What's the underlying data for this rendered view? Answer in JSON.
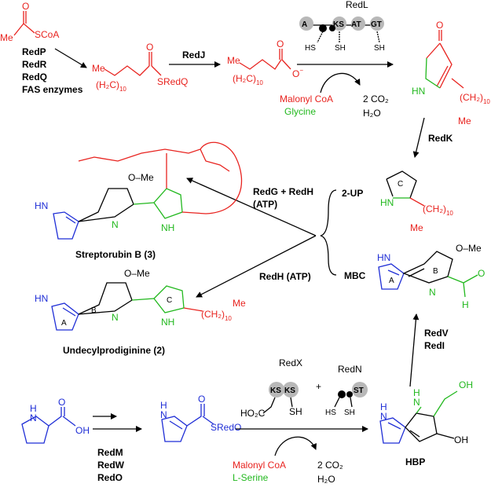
{
  "labels": {
    "acyl_start": "SCoA",
    "acyl_me": "Me",
    "enz_redP": "RedP",
    "enz_redR": "RedR",
    "enz_redQ": "RedQ",
    "enz_fas": "FAS enzymes",
    "dodecanoyl_me": "Me",
    "dodecanoyl_chain": "(H₂C)",
    "dodecanoyl_sub": "10",
    "dodecanoyl_s": "SRedQ",
    "enz_redJ": "RedJ",
    "acid_me": "Me",
    "acid_chain": "(H₂C)",
    "acid_sub": "10",
    "acid_o": "O",
    "acid_minus": "−",
    "redL": "RedL",
    "dom_A": "A",
    "dom_KS": "KS",
    "dom_AT": "AT",
    "dom_GT": "GT",
    "hs1": "HS",
    "sh1": "SH",
    "sh2": "SH",
    "malonyl1": "Malonyl CoA",
    "glycine": "Glycine",
    "co2_1": "2 CO₂",
    "h2o_1": "H₂O",
    "ketone_o": "O",
    "ketone_nh": "HN",
    "ketone_chain": "(CH₂)",
    "ketone_sub": "10",
    "ketone_me": "Me",
    "enz_redK": "RedK",
    "up_label": "2-UP",
    "up_nh": "HN",
    "up_ring": "C",
    "up_chain": "(CH₂)",
    "up_sub": "10",
    "up_me": "Me",
    "enz_redGH": "RedG + RedH",
    "atp1": "(ATP)",
    "enz_redH": "RedH (ATP)",
    "strep_name": "Streptorubin B (3)",
    "strep_ome": "O–Me",
    "strep_nh1": "HN",
    "strep_n": "N",
    "strep_nh2": "NH",
    "mbc_label": "MBC",
    "mbc_nh": "HN",
    "mbc_ringA": "A",
    "mbc_ringB": "B",
    "mbc_ome": "O–Me",
    "mbc_n": "N",
    "mbc_o": "O",
    "mbc_h": "H",
    "undec_name": "Undecylprodiginine (2)",
    "undec_ome": "O–Me",
    "undec_nh1": "HN",
    "undec_ringA": "A",
    "undec_ringB": "B",
    "undec_ringC": "C",
    "undec_n": "N",
    "undec_nh2": "NH",
    "undec_chain": "(CH₂)",
    "undec_sub": "10",
    "undec_me": "Me",
    "enz_redV": "RedV",
    "enz_redI": "RedI",
    "pro_nh": "H",
    "pro_n": "N",
    "pro_o": "O",
    "pro_oh": "OH",
    "enz_redM": "RedM",
    "enz_redW": "RedW",
    "enz_redO": "RedO",
    "pyrrolyl_nh": "H",
    "pyrrolyl_n": "N",
    "pyrrolyl_o": "O",
    "pyrrolyl_s": "SRedO",
    "redX": "RedX",
    "dom_KS1": "KS",
    "dom_KS2": "KS",
    "redX_ho2c": "HO₂C",
    "redX_sh": "SH",
    "plus": "+",
    "redN": "RedN",
    "dom_ST": "ST",
    "redN_hs": "HS",
    "redN_sh": "SH",
    "malonyl2": "Malonyl CoA",
    "serine": "L-Serine",
    "co2_2": "2 CO₂",
    "h2o_2": "H₂O",
    "hbp_nh1": "H",
    "hbp_n1": "N",
    "hbp_nh2": "H",
    "hbp_n2": "N",
    "hbp_oh1": "OH",
    "hbp_oh2": "OH",
    "hbp_label": "HBP"
  },
  "colors": {
    "red": "#e8231f",
    "green": "#22b81e",
    "blue": "#1f2ed6",
    "domain_gray": "#b8b8b8"
  }
}
